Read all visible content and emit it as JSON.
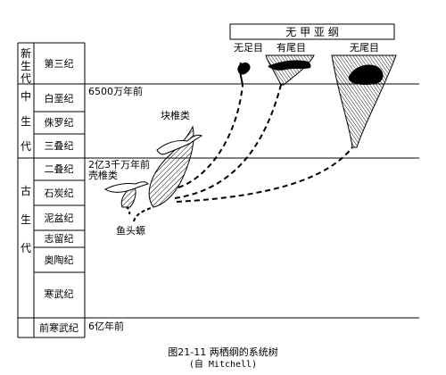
{
  "top_box_label": "无 甲 亚 纲",
  "branch_labels": {
    "anura": "无足目",
    "urodela": "有尾目",
    "apoda": "无尾目"
  },
  "eras": [
    {
      "name": "新\n生\n代",
      "id": "cenozoic"
    },
    {
      "name": "中\n生\n代",
      "id": "mesozoic"
    },
    {
      "name": "古\n生\n代",
      "id": "paleozoic"
    }
  ],
  "periods": [
    "第三纪",
    "白垩纪",
    "侏罗纪",
    "三叠纪",
    "二叠纪",
    "石炭纪",
    "泥盆纪",
    "志留纪",
    "奥陶纪",
    "寒武纪"
  ],
  "precambrian": "前寒武纪",
  "time_marks": {
    "t65": "6500万年前",
    "t230": "2亿3千万年前",
    "t600": "6亿年前"
  },
  "group_labels": {
    "lepospondyli": "壳椎类",
    "temnospondyli": "块椎类",
    "rhipidistia": "鱼头螈"
  },
  "caption": {
    "line1": "图21-11  两栖纲的系统树",
    "line2": "(自 Mitchell)"
  }
}
